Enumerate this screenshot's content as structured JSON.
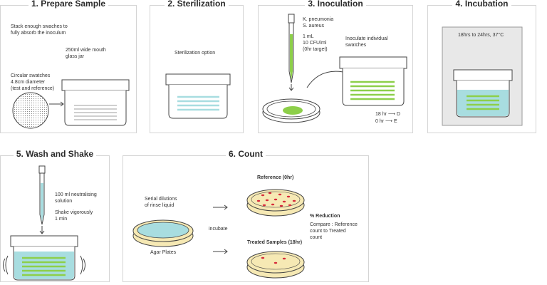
{
  "panels": {
    "p1": {
      "title": "1. Prepare Sample",
      "stack_note": "Stack enough swaches to\nfully absorb the inoculum",
      "jar_label": "250ml wide mouth\nglass jar",
      "swatch_label": "Circular swatches\n4.8cm diameter\n(test and reference)"
    },
    "p2": {
      "title": "2. Sterilization",
      "option_label": "Sterilization option"
    },
    "p3": {
      "title": "3. Inoculation",
      "organisms": "K. pneumonia\nS. aureus",
      "volume": "1 mL\n10 CFU/ml\n(0hr target)",
      "inoculate_label": "Inoculate individual\nswatches",
      "time_18": "18 hr ⟶ D",
      "time_0": "0 hr ⟶ E"
    },
    "p4": {
      "title": "4. Incubation",
      "duration": "18hrs to 24hrs, 37°C"
    },
    "p5": {
      "title": "5. Wash and Shake",
      "solution": "100 ml neutralising\nsolution",
      "shake": "Shake vigorously\n1 min"
    },
    "p6": {
      "title": "6. Count",
      "reference": "Reference (0hr)",
      "serial": "Serial dilutions\nof rinse liquid",
      "incubate": "incubate",
      "agar": "Agar Plates",
      "treated": "Treated Samples (18hr)",
      "reduction_title": "% Reduction",
      "reduction_text": "Compare : Reference\ncount to Treated\ncount"
    }
  },
  "colors": {
    "green": "#8dcf4a",
    "teal": "#a8dde0",
    "agar": "#f6e9b4",
    "colony": "#d62a3a",
    "incubator_fill": "#e8e8e8"
  }
}
